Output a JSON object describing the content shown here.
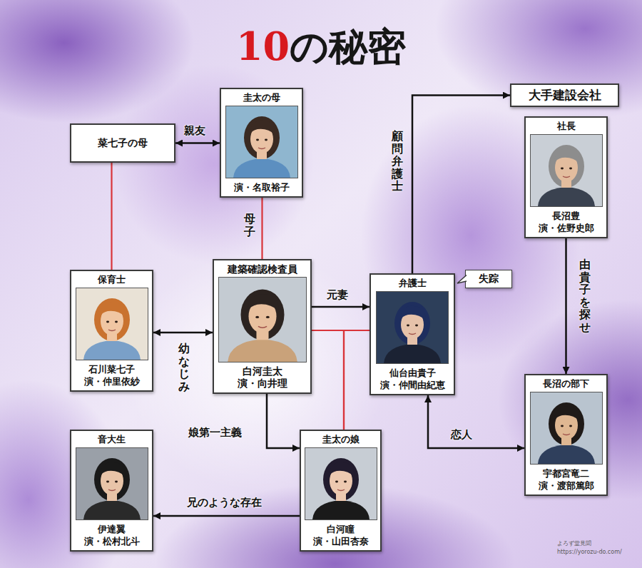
{
  "diagram": {
    "title": "10の秘密",
    "nodes": [
      {
        "text": [
          "菜七子の母"
        ]
      },
      {
        "text": [
          "圭太の母",
          "演・名取裕子"
        ]
      },
      {
        "text": [
          "大手建設会社"
        ]
      },
      {
        "text": [
          "社長",
          "長沼豊 演・佐野史郎"
        ]
      },
      {
        "text": [
          "保育士",
          "石川菜七子 演・仲里依紗"
        ]
      },
      {
        "text": [
          "建築確認検査員",
          "白河圭太 演・向井理"
        ]
      },
      {
        "text": [
          "弁護士",
          "仙台由貴子 演・仲間由紀恵"
        ]
      },
      {
        "text": [
          "失踪"
        ]
      },
      {
        "text": [
          "長沼の部下",
          "宇都宮竜二 演・渡部篤郎"
        ]
      },
      {
        "text": [
          "音大生",
          "伊達翼 演・松村北斗"
        ]
      },
      {
        "text": [
          "圭太の娘",
          "白河瞳 演・山田杏奈"
        ]
      }
    ],
    "edges": [
      {
        "from": 0,
        "to": 1,
        "label": "親友",
        "arrow": "both"
      },
      {
        "from": 0,
        "to": 4,
        "arrow": "none"
      },
      {
        "from": 1,
        "to": 5,
        "label": "母子",
        "arrow": "none"
      },
      {
        "from": 4,
        "to": 5,
        "label": "幼なじみ",
        "arrow": "both"
      },
      {
        "from": 5,
        "to": 6,
        "label": "元妻",
        "arrow": "to"
      },
      {
        "from": 6,
        "to": 2,
        "label": "顧問弁護士",
        "arrow": "to"
      },
      {
        "from": 3,
        "to": 8,
        "label": "由貴子を探せ",
        "arrow": "to"
      },
      {
        "from": 6,
        "to": 8,
        "label": "恋人",
        "arrow": "both"
      },
      {
        "from": 5,
        "to": 10,
        "label": "娘第一主義",
        "arrow": "to"
      },
      {
        "from": 5,
        "to": 10,
        "arrow": "none"
      },
      {
        "from": 6,
        "to": 10,
        "arrow": "none"
      },
      {
        "from": 10,
        "to": 9,
        "label": "兄のような存在",
        "arrow": "to"
      }
    ],
    "labels": [
      "よろず堂見聞",
      "https://yorozu-do.com/"
    ]
  }
}
